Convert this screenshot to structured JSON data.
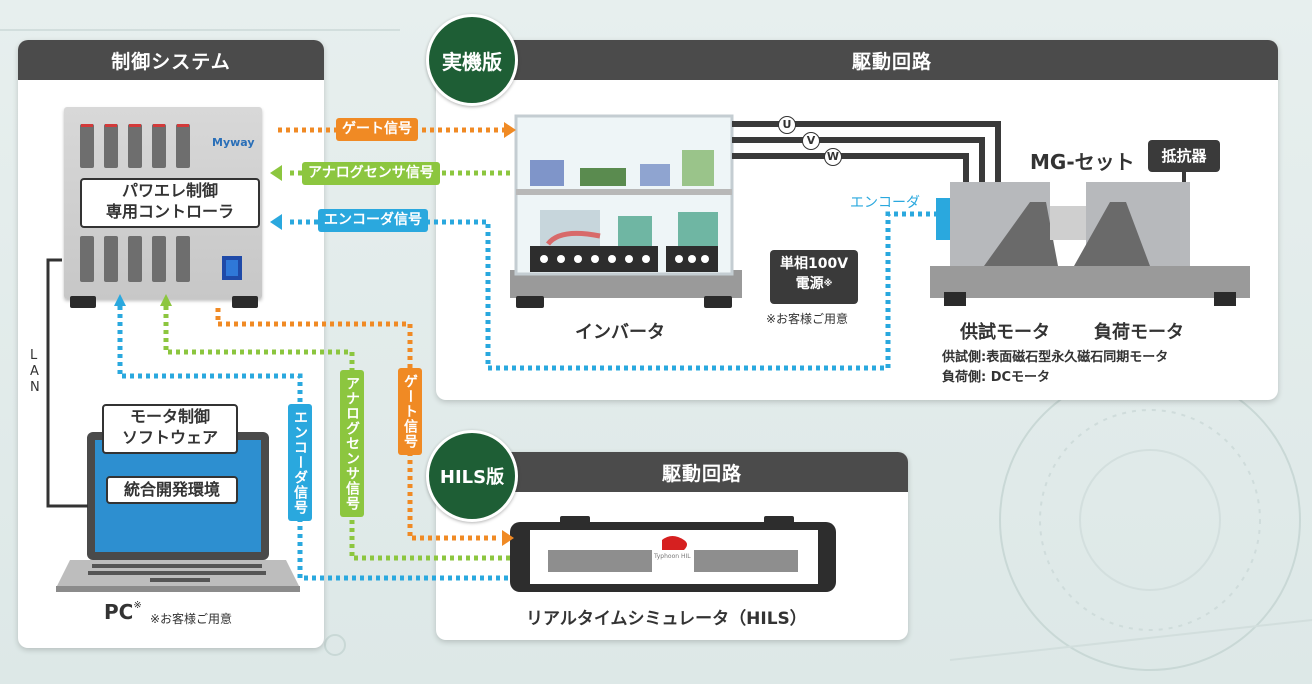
{
  "control_panel": {
    "title": "制御システム"
  },
  "controller": {
    "brand": "Myway",
    "label_line1": "パワエレ制御",
    "label_line2": "専用コントローラ"
  },
  "pc": {
    "software_line1": "モータ制御",
    "software_line2": "ソフトウェア",
    "ide": "統合開発環境",
    "label": "PC",
    "note_mark": "※",
    "note": "※お客様ご用意"
  },
  "lan": "LAN",
  "actual": {
    "badge": "実機版",
    "title": "駆動回路",
    "inverter": "インバータ",
    "power_line1": "単相100V",
    "power_line2": "電源",
    "power_mark": "※",
    "power_note": "※お客様ご用意",
    "phases": [
      "U",
      "V",
      "W"
    ],
    "mg_set": "MG-セット",
    "resistor": "抵抗器",
    "encoder": "エンコーダ",
    "test_motor": "供試モータ",
    "load_motor": "負荷モータ",
    "desc_line1": "供試側:表面磁石型永久磁石同期モータ",
    "desc_line2": "負荷側: DCモータ"
  },
  "hils": {
    "badge": "HILS版",
    "title": "駆動回路",
    "device": "リアルタイムシミュレータ（HILS）",
    "logo": "Typhoon HIL"
  },
  "signals": {
    "gate": "ゲート信号",
    "analog": "アナログセンサ信号",
    "encoder": "エンコーダ信号",
    "v_encoder": "エンコーダ信号",
    "v_analog": "アナログセンサ信号",
    "v_gate": "ゲート信号"
  },
  "colors": {
    "gate": "#f08a24",
    "analog": "#8cc63f",
    "encoder": "#2aa8de",
    "badge": "#1e5e35",
    "header": "#4b4b4b"
  }
}
